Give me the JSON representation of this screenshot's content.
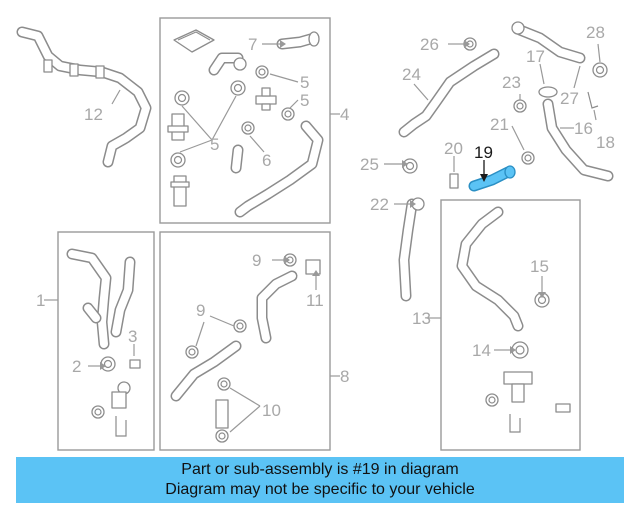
{
  "diagram": {
    "highlight_color": "#5bc3f5",
    "callouts": [
      "1",
      "2",
      "3",
      "4",
      "5",
      "5",
      "5",
      "6",
      "7",
      "8",
      "9",
      "9",
      "10",
      "11",
      "12",
      "13",
      "14",
      "15",
      "16",
      "17",
      "18",
      "19",
      "20",
      "21",
      "22",
      "23",
      "24",
      "25",
      "26",
      "27",
      "28"
    ]
  },
  "banner": {
    "line1": "Part or sub-assembly is #19 in diagram",
    "line2": "Diagram may not be specific to your vehicle"
  }
}
